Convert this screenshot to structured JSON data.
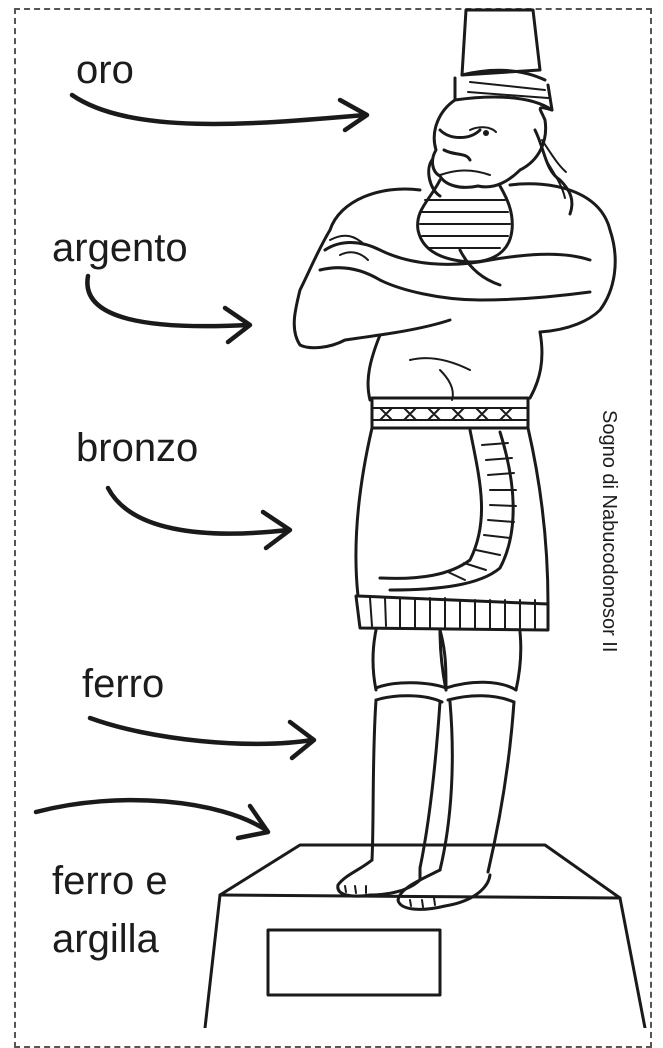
{
  "labels": {
    "oro": "oro",
    "argento": "argento",
    "bronzo": "bronzo",
    "ferro": "ferro",
    "ferro_argilla": "ferro e argilla"
  },
  "caption": "Sogno di Nabucodonosor II",
  "colors": {
    "ink": "#1a1a1a",
    "border": "#555555",
    "background": "#ffffff"
  },
  "icons": [
    "arrow-icon",
    "statue-illustration"
  ]
}
